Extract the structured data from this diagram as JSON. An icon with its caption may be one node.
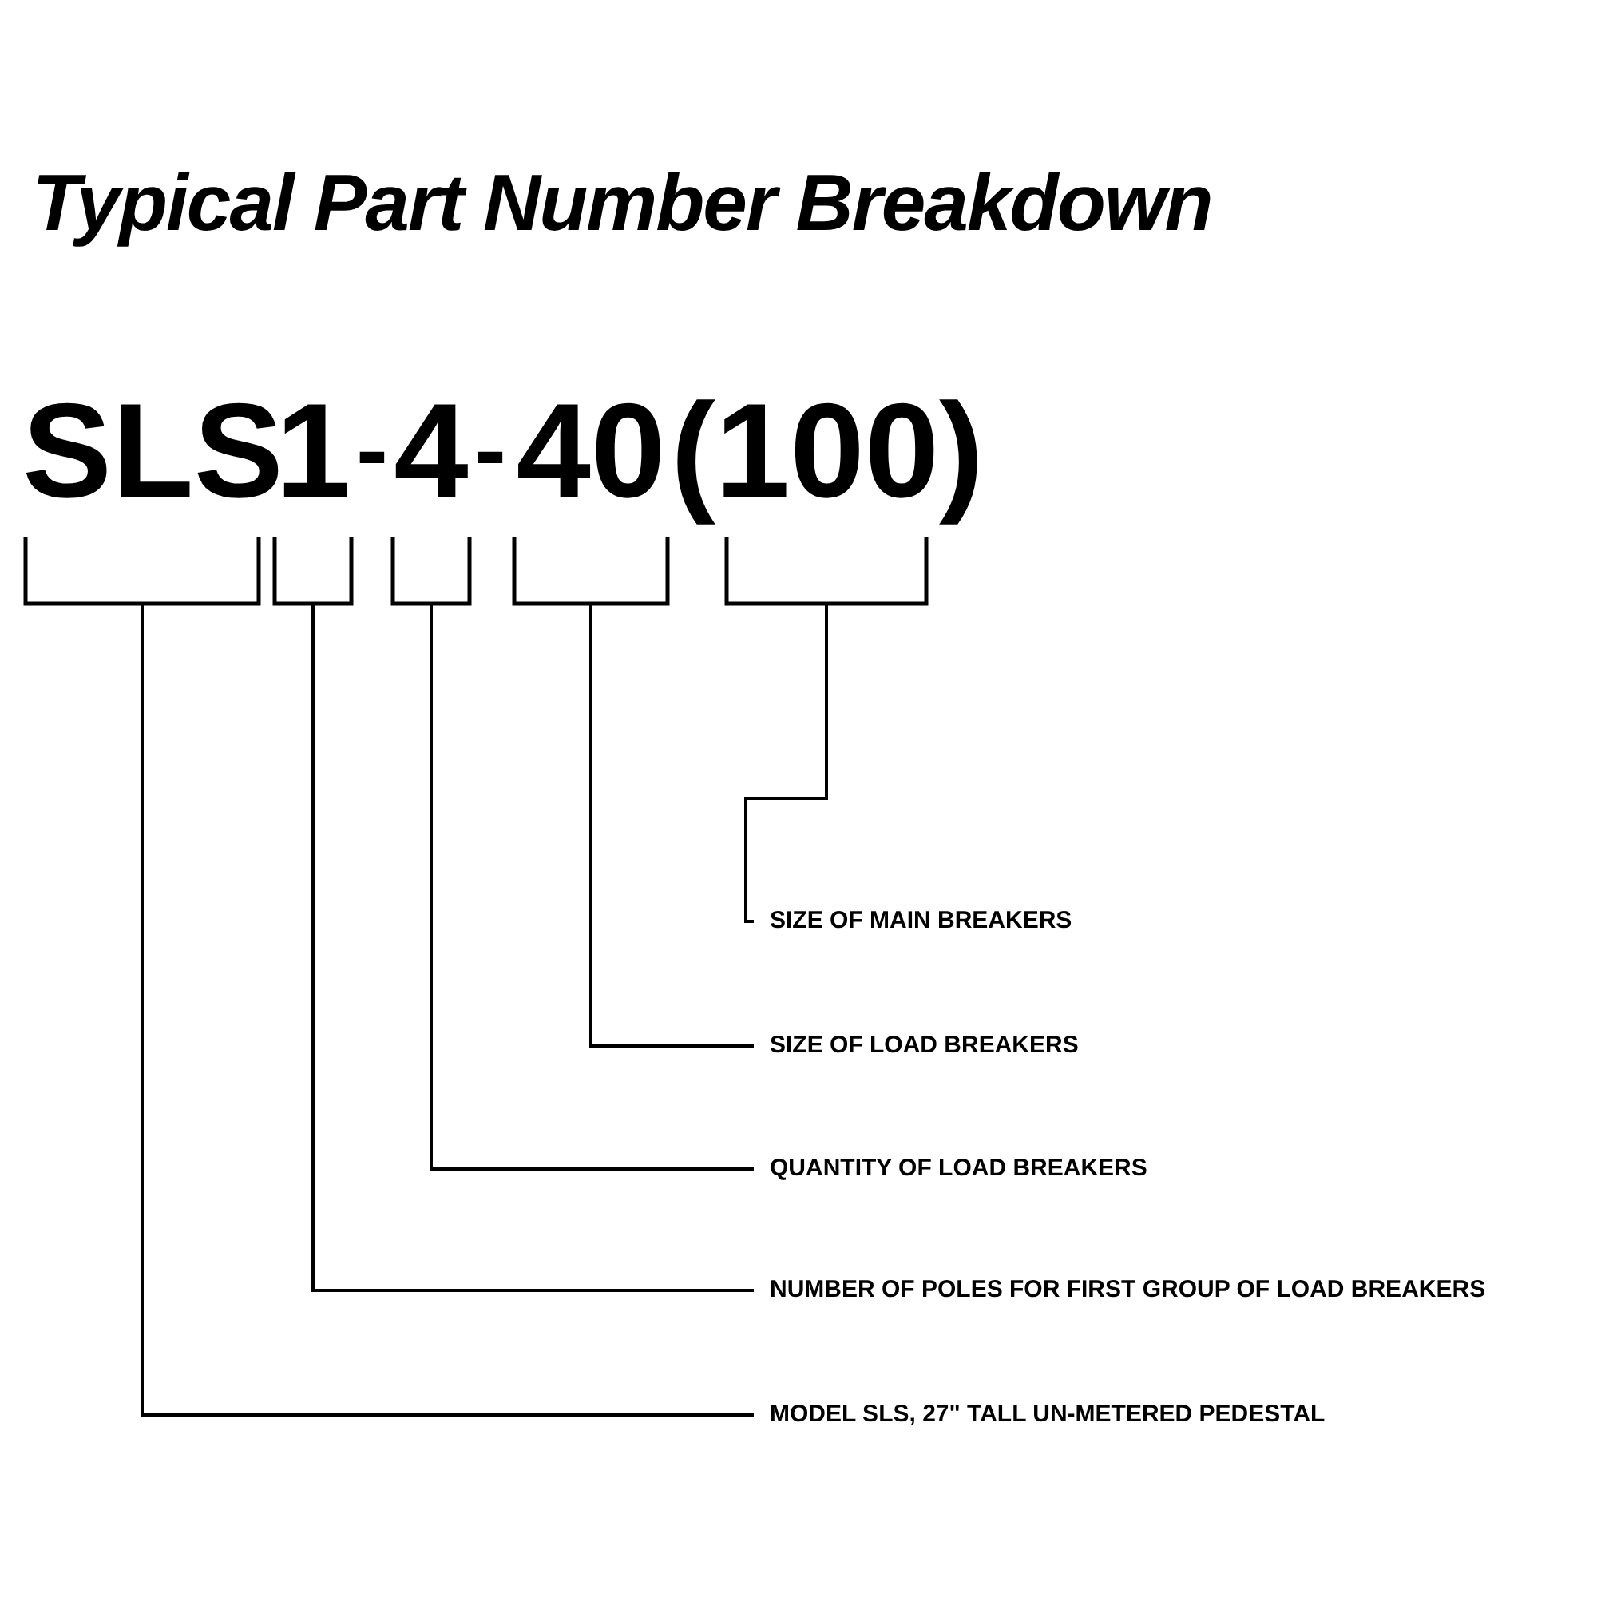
{
  "diagram": {
    "title": "Typical Part Number Breakdown",
    "nodes": [
      {
        "text": [
          "SLS"
        ]
      },
      {
        "text": [
          "1"
        ]
      },
      {
        "text": [
          "4"
        ]
      },
      {
        "text": [
          "40"
        ]
      },
      {
        "text": [
          "(100)"
        ]
      },
      {
        "text": [
          "SIZE OF MAIN BREAKERS"
        ]
      },
      {
        "text": [
          "SIZE OF LOAD BREAKERS"
        ]
      },
      {
        "text": [
          "QUANTITY OF LOAD BREAKERS"
        ]
      },
      {
        "text": [
          "NUMBER OF POLES FOR FIRST GROUP OF LOAD BREAKERS"
        ]
      },
      {
        "text": [
          "MODEL SLS,  27\" TALL UN-METERED PEDESTAL"
        ]
      }
    ],
    "edges": [
      {
        "from": 5,
        "to": 4,
        "arrow": "none"
      },
      {
        "from": 6,
        "to": 3,
        "arrow": "none"
      },
      {
        "from": 7,
        "to": 2,
        "arrow": "none"
      },
      {
        "from": 8,
        "to": 1,
        "arrow": "none"
      },
      {
        "from": 9,
        "to": 0,
        "arrow": "none"
      }
    ],
    "labels": [
      "-",
      "-"
    ]
  }
}
